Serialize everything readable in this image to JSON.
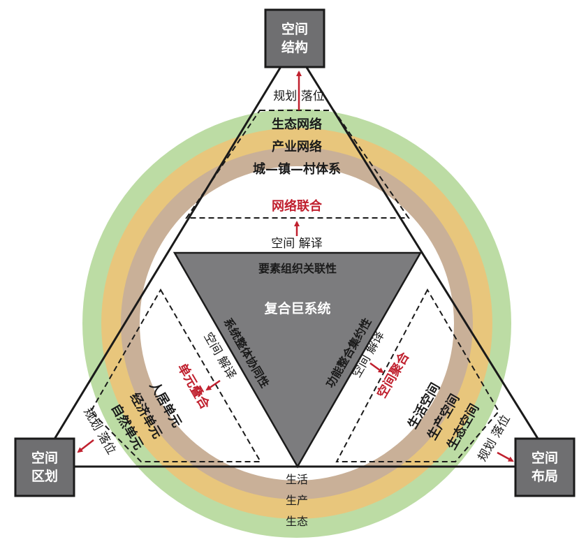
{
  "nodes": {
    "top": [
      "空间",
      "结构"
    ],
    "left": [
      "空间",
      "区划"
    ],
    "right": [
      "空间",
      "布局"
    ]
  },
  "center": {
    "title": "复合巨系统",
    "top_edge": "要素组织关联性",
    "left_edge": "系统整体协同性",
    "right_edge": "功能整合集约性"
  },
  "rings_bottom": [
    "生活",
    "生产",
    "生态"
  ],
  "top_sector": {
    "outer": "规划 落位",
    "layers": [
      "生态网络",
      "产业网络",
      "城—镇—村体系"
    ],
    "mode": "网络联合",
    "inner": "空间 解译"
  },
  "left_sector": {
    "outer": "规划 落位",
    "layers": [
      "自然单元",
      "经济单元",
      "人居单元"
    ],
    "mode": "单元叠合",
    "inner": "空间 解译"
  },
  "right_sector": {
    "outer": "规划 落位",
    "layers": [
      "生态空间",
      "生产空间",
      "生活空间"
    ],
    "mode": "空间聚合",
    "inner": "空间 解译"
  },
  "colors": {
    "ring_eco": "#bcdca4",
    "ring_prod": "#e8c67c",
    "ring_life": "#c9b098",
    "node_box": "#6f6f71",
    "center_triangle": "#7c7c7e",
    "accent_red": "#c0202e"
  }
}
